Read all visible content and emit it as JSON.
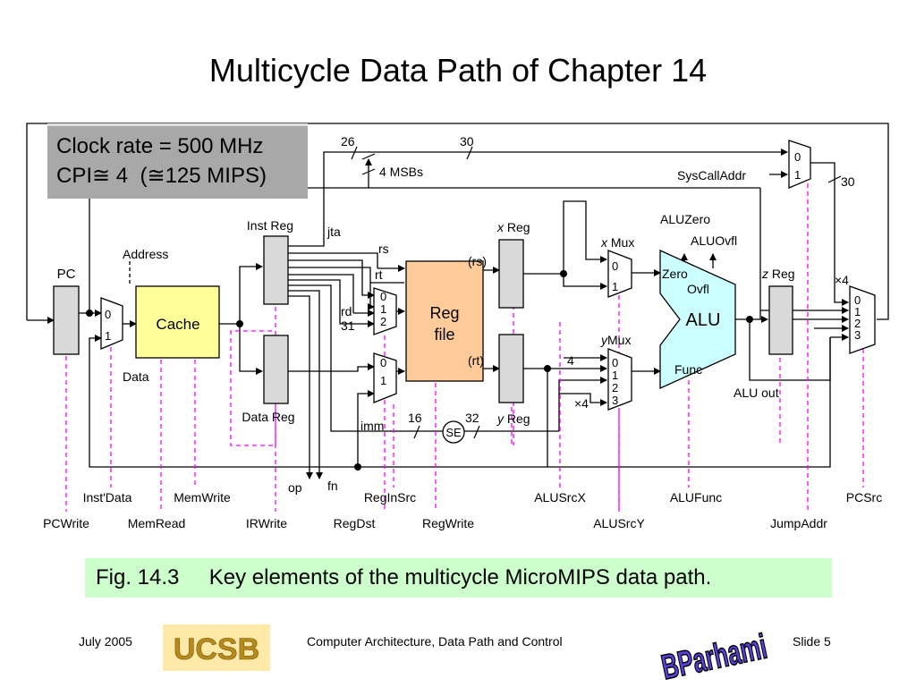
{
  "title": "Multicycle Data Path of Chapter 14",
  "clock_box": {
    "line1": "Clock rate = 500 MHz",
    "line2": "CPI≅ 4  (≅125 MIPS)"
  },
  "diagram": {
    "blocks": {
      "pc": "PC",
      "cache": "Cache",
      "inst_reg": "Inst Reg",
      "data_reg": "Data Reg",
      "reg_file_line1": "Reg",
      "reg_file_line2": "file",
      "x_reg_var": "x",
      "x_reg_word": " Reg",
      "y_reg_var": "y",
      "y_reg_word": " Reg",
      "z_reg_var": "z",
      "z_reg_word": " Reg",
      "x_mux_var": "x",
      "x_mux_word": " Mux",
      "y_mux_var": "y",
      "y_mux_word": "Mux",
      "alu": "ALU",
      "alu_zero": "Zero",
      "alu_ovfl": "Ovfl",
      "alu_func": "Func",
      "se": "SE"
    },
    "labels": {
      "address": "Address",
      "data": "Data",
      "jta": "jta",
      "rs": "rs",
      "rt": "rt",
      "rd": "rd",
      "const31": "31",
      "rs_paren": "(rs)",
      "rt_paren": "(rt)",
      "imm": "imm",
      "op": "op",
      "fn": "fn",
      "bits26": "26",
      "bits30_top": "30",
      "msbs": "4 MSBs",
      "syscall": "SysCallAddr",
      "bits30_right": "30",
      "bits16": "16",
      "bits32": "32",
      "alu_zero_out": "ALUZero",
      "alu_ovfl_out": "ALUOvfl",
      "alu_out": "ALU out",
      "const4": "4",
      "times4_y": "×4",
      "times4_pc": "×4"
    },
    "mux_inputs": {
      "zero": "0",
      "one": "1",
      "two": "2",
      "three": "3"
    },
    "control_signals_upper": [
      "Inst′Data",
      "MemWrite",
      "RegInSrc",
      "ALUSrcX",
      "ALUFunc",
      "PCSrc"
    ],
    "control_signals_lower": [
      "PCWrite",
      "MemRead",
      "IRWrite",
      "RegDst",
      "RegWrite",
      "ALUSrcY",
      "JumpAddr"
    ]
  },
  "caption": {
    "fig_no": "Fig. 14.3",
    "text": "Key elements of the multicycle MicroMIPS data path."
  },
  "footer": {
    "date": "July 2005",
    "logo_ucsb": "UCSB",
    "course": "Computer Architecture, Data Path and Control",
    "logo_author": "BParhami",
    "slide": "Slide 5"
  },
  "colors": {
    "cache_fill": "#ffff99",
    "regfile_fill": "#ffcc99",
    "alu_fill": "#ccffff",
    "register_fill": "#d9d9d9",
    "control_line": "#ff00ff",
    "caption_bg": "#ccffcc",
    "clock_box_bg": "#a8a8a8"
  }
}
